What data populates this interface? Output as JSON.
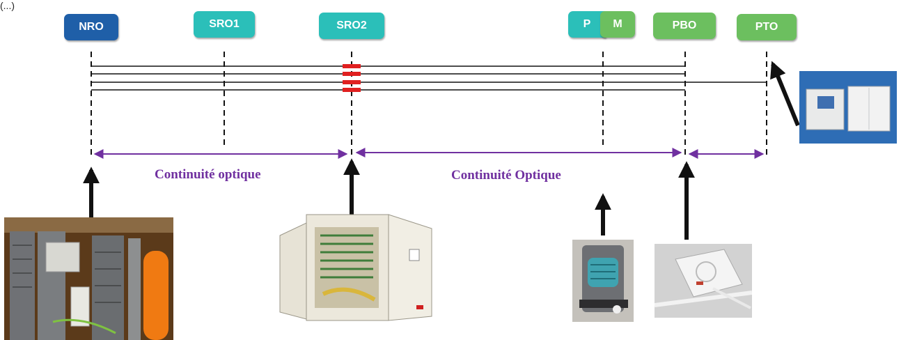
{
  "corner_text": "(...)",
  "nodes": {
    "nro": "NRO",
    "sro1": "SRO1",
    "sro2": "SRO2",
    "p": "P",
    "m": "M",
    "pbo": "PBO",
    "pto": "PTO"
  },
  "continuity": {
    "left": "Continuité optique",
    "right": "Continuité Optique"
  },
  "colors": {
    "nro": "#1f5fa8",
    "teal": "#2bbfb9",
    "green": "#6cbf5f",
    "purple": "#7030a0",
    "splice": "#e02020"
  }
}
